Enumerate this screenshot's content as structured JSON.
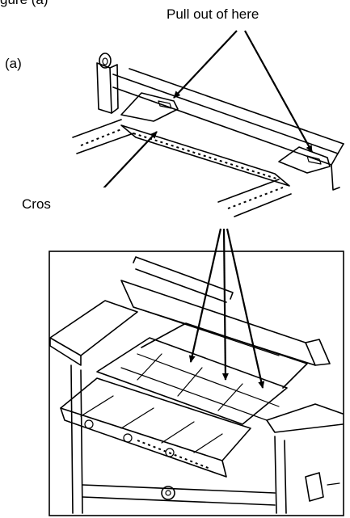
{
  "labels": {
    "figure_caption_fragment": "gure (a)",
    "pull_out": "Pull out of here",
    "part_a": "(a)",
    "cross_fragment": "Cros"
  },
  "icons": {
    "arrow": "arrow-icon",
    "drawing_a": "grill-bracket-drawing",
    "drawing_b": "grill-cart-drawing"
  },
  "colors": {
    "line": "#000000",
    "background": "#ffffff"
  }
}
